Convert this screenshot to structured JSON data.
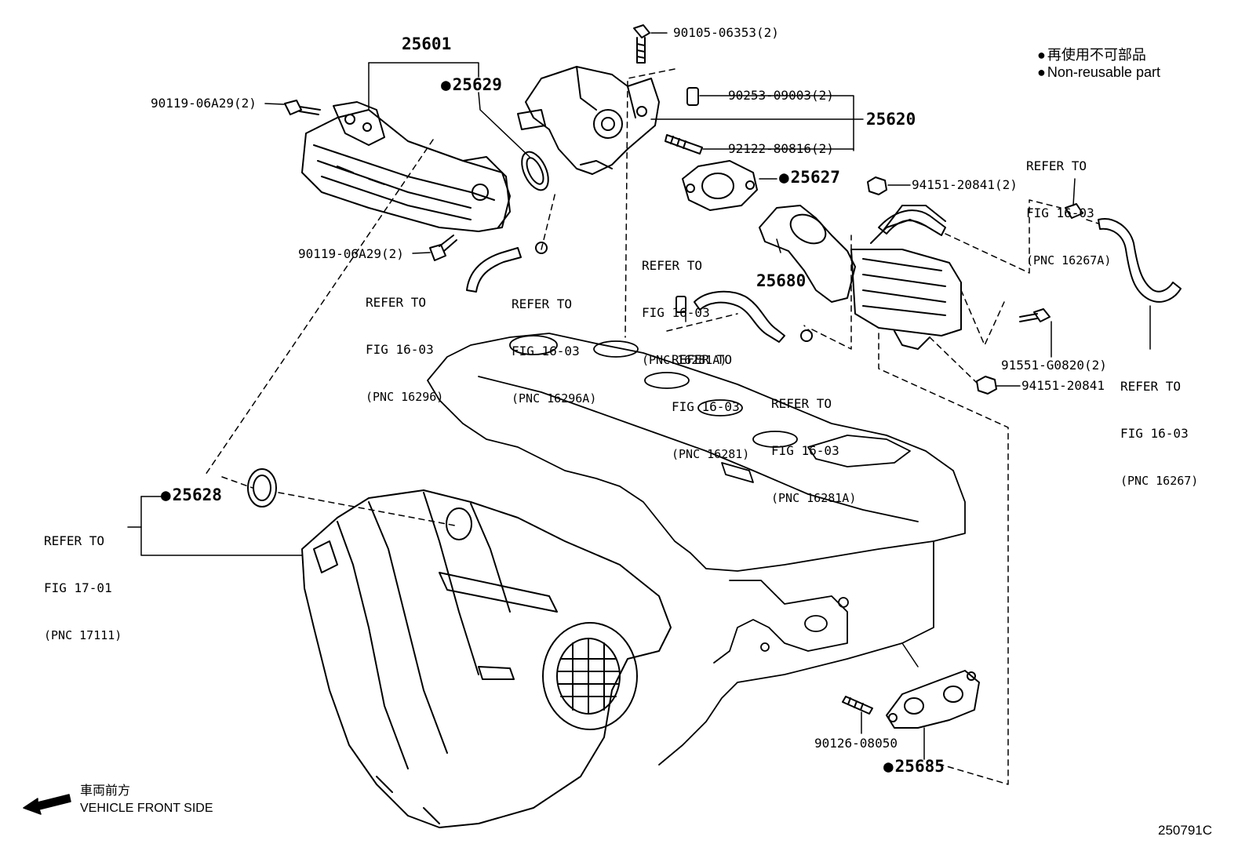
{
  "legend": {
    "jp": "再使用不可部品",
    "en": "Non-reusable part"
  },
  "parts": {
    "p25601": "25601",
    "p25629": "25629",
    "p25620": "25620",
    "p25627": "25627",
    "p25680": "25680",
    "p25628": "25628",
    "p25685": "25685",
    "b90105": "90105-06353(2)",
    "b90253": "90253-09003(2)",
    "b92122": "92122-80816(2)",
    "b90119a": "90119-06A29(2)",
    "b90119b": "90119-06A29(2)",
    "b94151a": "94151-20841(2)",
    "b91551": "91551-G0820(2)",
    "b94151b": "94151-20841",
    "b90126": "90126-08050"
  },
  "refs": {
    "r16296": [
      "REFER TO",
      "FIG 16-03",
      "(PNC 16296)"
    ],
    "r16296a": [
      "REFER TO",
      "FIG 16-03",
      "(PNC 16296A)"
    ],
    "r16281a_top": [
      "REFER TO",
      "FIG 16-03",
      "(PNC 16281A)"
    ],
    "r16281": [
      "REFER TO",
      "FIG 16-03",
      "(PNC 16281)"
    ],
    "r16281a_bot": [
      "REFER TO",
      "FIG 16-03",
      "(PNC 16281A)"
    ],
    "r16267a": [
      "REFER TO",
      "FIG 16-03",
      "(PNC 16267A)"
    ],
    "r16267": [
      "REFER TO",
      "FIG 16-03",
      "(PNC 16267)"
    ],
    "r17111": [
      "REFER TO",
      "FIG 17-01",
      "(PNC 17111)"
    ]
  },
  "front": {
    "jp": "車両前方",
    "en": "VEHICLE FRONT SIDE"
  },
  "figure_id": "250791C"
}
